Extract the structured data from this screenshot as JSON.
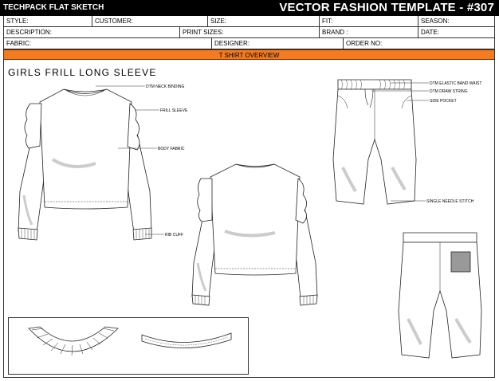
{
  "header": {
    "left_title": "TECHPACK FLAT SKETCH",
    "right_title": "VECTOR FASHION TEMPLATE - #307"
  },
  "info_rows": [
    [
      "STYLE:",
      "CUSTOMER:",
      "SIZE:",
      "FIT:",
      "SEASON:"
    ],
    [
      "DESCRIPTION:",
      "PRINT SIZES:",
      "BRAND :",
      "DATE:"
    ],
    [
      "FABRIC:",
      "DESIGNER:",
      "ORDER NO:"
    ]
  ],
  "banner": "T SHIRT OVERVIEW",
  "garment_title": "GIRLS FRILL LONG SLEEVE",
  "callouts": {
    "neck_binding": "DTM NECK BINDING",
    "frill_sleeve": "FRILL SLEEVE",
    "body_fabric": "BODY FABRIC",
    "rib_cuff": "RIB CUFF",
    "elastic_band": "DTM ELASTIC BAND WAIST",
    "draw_string": "DTM DRAW STRING",
    "side_pocket": "SIDE POCKET",
    "single_needle": "SINGLE NEEDLE STITCH"
  }
}
